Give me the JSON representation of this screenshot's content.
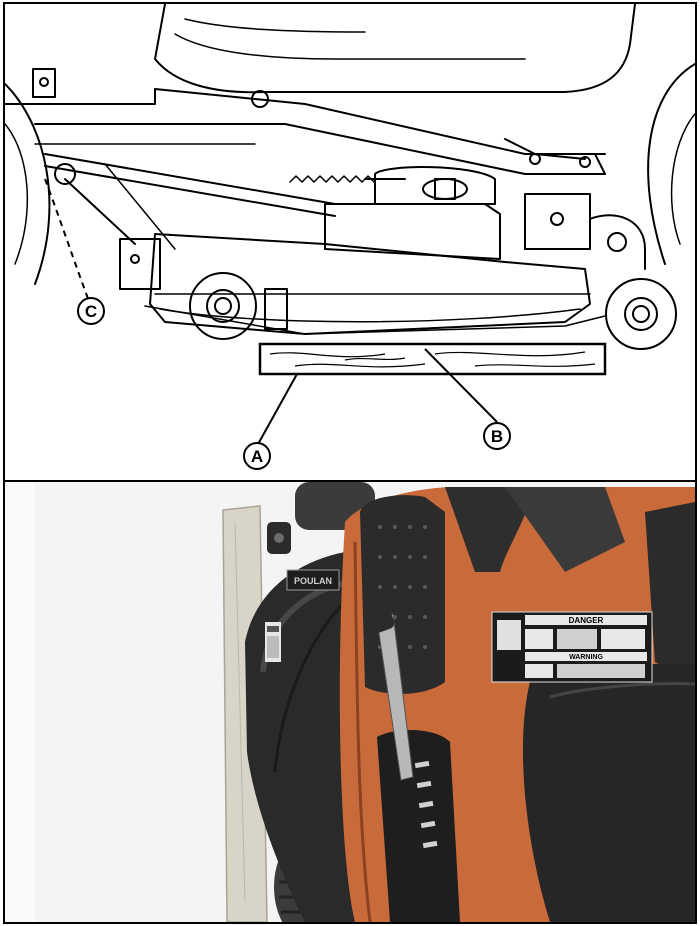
{
  "figure_top": {
    "callouts": {
      "a": "A",
      "b": "B",
      "c": "C"
    }
  },
  "figure_bottom": {
    "decals": {
      "danger_title": "DANGER",
      "warning_title": "WARNING",
      "deck_brand": "POULAN"
    }
  },
  "colors": {
    "line": "#000000",
    "mower_body": "#c96a3a",
    "mower_shadow": "#8a4124",
    "tire": "#3b3b3b",
    "deck_dark": "#2a2a2a",
    "wood": "#d8d4c8",
    "floor": "#f4f4f4"
  }
}
